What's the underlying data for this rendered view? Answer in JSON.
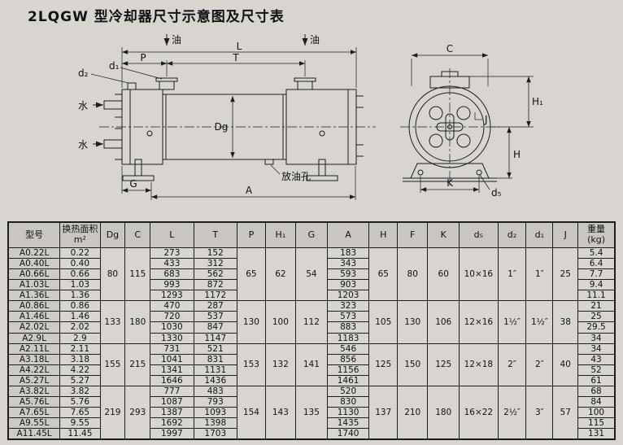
{
  "page": {
    "title": "2LQGW 型冷却器尺寸示意图及尺寸表"
  },
  "colors": {
    "page_bg": "#d8d5d1",
    "line": "#1d1d1d",
    "header_bg": "#c9c6c1"
  },
  "diagram": {
    "side_view": {
      "oil_left": "油",
      "oil_right": "油",
      "water_top": "水",
      "water_bottom": "水",
      "dim_L": "L",
      "dim_T": "T",
      "dim_P": "P",
      "dim_G": "G",
      "dim_A": "A",
      "dim_Dg": "Dg",
      "dim_d1": "d₁",
      "dim_d2": "d₂",
      "drain_label": "放油孔"
    },
    "end_view": {
      "dim_C": "C",
      "dim_H1": "H₁",
      "dim_H": "H",
      "dim_J": "J",
      "dim_K": "K",
      "dim_d5": "d₅"
    }
  },
  "table": {
    "headers": [
      "型号",
      "换热面积\nm²",
      "Dg",
      "C",
      "L",
      "T",
      "P",
      "H₁",
      "G",
      "A",
      "H",
      "F",
      "K",
      "d₅",
      "d₂",
      "d₁",
      "J",
      "重量\n(kg)"
    ],
    "groups": [
      {
        "shared": {
          "Dg": "80",
          "C": "115",
          "P": "65",
          "H1": "62",
          "G": "54",
          "H": "65",
          "F": "80",
          "K": "60",
          "d5": "10×16",
          "d2": "1″",
          "d1": "1″",
          "J": "25"
        },
        "rows": [
          {
            "model": "A0.22L",
            "area": "0.22",
            "L": "273",
            "T": "152",
            "A": "183",
            "weight": "5.4"
          },
          {
            "model": "A0.40L",
            "area": "0.40",
            "L": "433",
            "T": "312",
            "A": "343",
            "weight": "6.4"
          },
          {
            "model": "A0.66L",
            "area": "0.66",
            "L": "683",
            "T": "562",
            "A": "593",
            "weight": "7.7"
          },
          {
            "model": "A1.03L",
            "area": "1.03",
            "L": "993",
            "T": "872",
            "A": "903",
            "weight": "9.4"
          },
          {
            "model": "A1.36L",
            "area": "1.36",
            "L": "1293",
            "T": "1172",
            "A": "1203",
            "weight": "11.1"
          }
        ]
      },
      {
        "shared": {
          "Dg": "133",
          "C": "180",
          "P": "130",
          "H1": "100",
          "G": "112",
          "H": "105",
          "F": "130",
          "K": "106",
          "d5": "12×16",
          "d2": "1½″",
          "d1": "1½″",
          "J": "38"
        },
        "rows": [
          {
            "model": "A0.86L",
            "area": "0.86",
            "L": "470",
            "T": "287",
            "A": "323",
            "weight": "21"
          },
          {
            "model": "A1.46L",
            "area": "1.46",
            "L": "720",
            "T": "537",
            "A": "573",
            "weight": "25"
          },
          {
            "model": "A2.02L",
            "area": "2.02",
            "L": "1030",
            "T": "847",
            "A": "883",
            "weight": "29.5"
          },
          {
            "model": "A2.9L",
            "area": "2.9",
            "L": "1330",
            "T": "1147",
            "A": "1183",
            "weight": "34"
          }
        ]
      },
      {
        "shared": {
          "Dg": "155",
          "C": "215",
          "P": "153",
          "H1": "132",
          "G": "141",
          "H": "125",
          "F": "150",
          "K": "125",
          "d5": "12×18",
          "d2": "2″",
          "d1": "2″",
          "J": "40"
        },
        "rows": [
          {
            "model": "A2.11L",
            "area": "2.11",
            "L": "731",
            "T": "521",
            "A": "546",
            "weight": "34"
          },
          {
            "model": "A3.18L",
            "area": "3.18",
            "L": "1041",
            "T": "831",
            "A": "856",
            "weight": "43"
          },
          {
            "model": "A4.22L",
            "area": "4.22",
            "L": "1341",
            "T": "1131",
            "A": "1156",
            "weight": "52"
          },
          {
            "model": "A5.27L",
            "area": "5.27",
            "L": "1646",
            "T": "1436",
            "A": "1461",
            "weight": "61"
          }
        ]
      },
      {
        "shared": {
          "Dg": "219",
          "C": "293",
          "P": "154",
          "H1": "143",
          "G": "135",
          "H": "137",
          "F": "210",
          "K": "180",
          "d5": "16×22",
          "d2": "2½″",
          "d1": "3″",
          "J": "57"
        },
        "rows": [
          {
            "model": "A3.82L",
            "area": "3.82",
            "L": "777",
            "T": "483",
            "A": "520",
            "weight": "68"
          },
          {
            "model": "A5.76L",
            "area": "5.76",
            "L": "1087",
            "T": "793",
            "A": "830",
            "weight": "84"
          },
          {
            "model": "A7.65L",
            "area": "7.65",
            "L": "1387",
            "T": "1093",
            "A": "1130",
            "weight": "100"
          },
          {
            "model": "A9.55L",
            "area": "9.55",
            "L": "1692",
            "T": "1398",
            "A": "1435",
            "weight": "115"
          },
          {
            "model": "A11.45L",
            "area": "11.45",
            "L": "1997",
            "T": "1703",
            "A": "1740",
            "weight": "131"
          }
        ]
      }
    ]
  }
}
